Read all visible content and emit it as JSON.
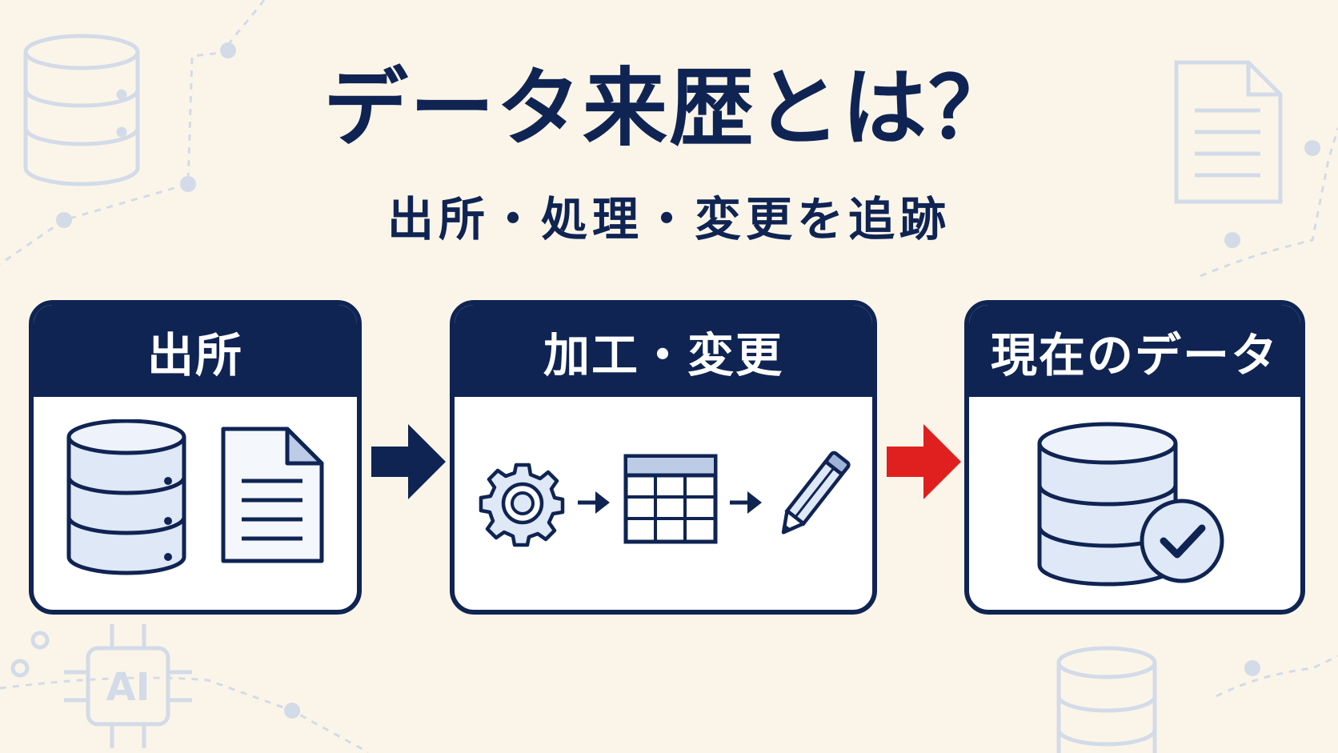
{
  "title": "データ来歴とは？",
  "subtitle": "出所・処理・変更を追跡",
  "cards": [
    {
      "header": "出所",
      "icons": [
        "database-icon",
        "document-icon"
      ]
    },
    {
      "header": "加工・変更",
      "icons": [
        "gear-icon",
        "table-icon",
        "pencil-icon"
      ]
    },
    {
      "header": "現在のデータ",
      "icons": [
        "database-check-icon"
      ]
    }
  ],
  "background": {
    "ai_chip_label": "AI"
  },
  "colors": {
    "navy": "#0f2453",
    "background": "#fbf5e9",
    "icon_fill": "#dfe8f6",
    "faint_icon": "#d3dbe8",
    "accent_arrow": "#e0201f"
  }
}
